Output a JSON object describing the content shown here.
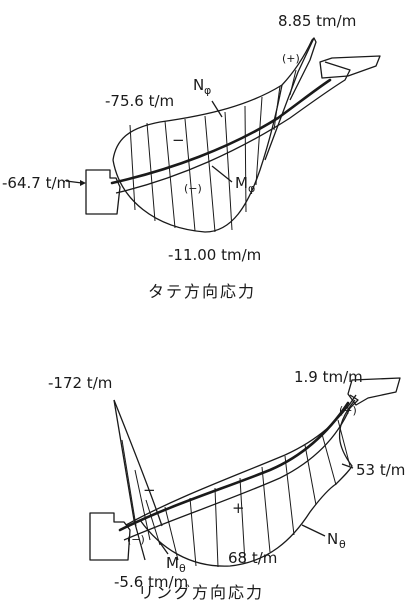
{
  "top_diagram": {
    "caption": "タテ方向応力",
    "labels": {
      "peak_positive": "8.85 tm/m",
      "n_phi_start": "-75.6 t/m",
      "n_phi": "N",
      "phi_sub": "φ",
      "left_force": "-64.7 t/m",
      "m_phi": "M",
      "bottom_moment": "-11.00 tm/m",
      "sign_plus": "(+)",
      "sign_minus_upper": "−",
      "sign_minus_lower": "(−)"
    }
  },
  "bottom_diagram": {
    "caption": "リング方向応力",
    "labels": {
      "left_peak": "-172 t/m",
      "right_moment": "1.9 tm/m",
      "right_force": "53 t/m",
      "n_theta": "N",
      "theta_sub": "θ",
      "m_theta": "M",
      "center_force": "68 t/m",
      "bottom_moment": "-5.6 tm/m",
      "sign_minus": "−",
      "sign_plus": "+",
      "sign_minus_small": "(−)",
      "sign_plus_small": "(+)"
    }
  }
}
